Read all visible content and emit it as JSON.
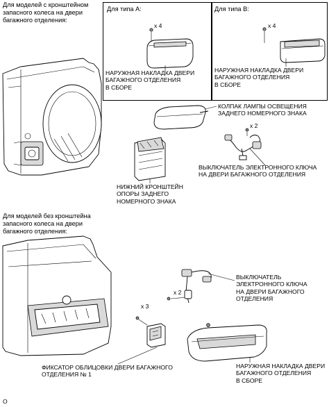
{
  "section_with_bracket": {
    "title": "Для моделей с кронштейном\nзапасного колеса на двери\nбагажного отделения:"
  },
  "type_a": {
    "label": "Для типа A:",
    "qty": "x 4",
    "part_label": "НАРУЖНАЯ НАКЛАДКА ДВЕРИ\nБАГАЖНОГО ОТДЕЛЕНИЯ\nВ СБОРЕ"
  },
  "type_b": {
    "label": "Для типа B:",
    "qty": "x 4",
    "part_label": "НАРУЖНАЯ НАКЛАДКА ДВЕРИ\nБАГАЖНОГО ОТДЕЛЕНИЯ\nВ СБОРЕ"
  },
  "upper_parts": {
    "lamp_cover": "КОЛПАК ЛАМПЫ ОСВЕЩЕНИЯ\nЗАДНЕГО НОМЕРНОГО ЗНАКА",
    "switch_qty": "x 2",
    "switch_label": "ВЫКЛЮЧАТЕЛЬ ЭЛЕКТРОННОГО КЛЮЧА\nНА ДВЕРИ БАГАЖНОГО ОТДЕЛЕНИЯ",
    "lower_bracket": "НИЖНИЙ КРОНШТЕЙН\nОПОРЫ ЗАДНЕГО\nНОМЕРНОГО ЗНАКА"
  },
  "section_without_bracket": {
    "title": "Для моделей без кронштейна\nзапасного колеса на двери\nбагажного отделения:"
  },
  "lower_parts": {
    "switch_label": "ВЫКЛЮЧАТЕЛЬ\nЭЛЕКТРОННОГО КЛЮЧА\nНА ДВЕРИ БАГАЖНОГО\nОТДЕЛЕНИЯ",
    "switch_qty": "x 2",
    "retainer_qty": "x 3",
    "retainer_label": "ФИКСАТОР ОБЛИЦОВКИ ДВЕРИ БАГАЖНОГО\nОТДЕЛЕНИЯ № 1",
    "garnish_label": "НАРУЖНАЯ НАКЛАДКА ДВЕРИ\nБАГАЖНОГО ОТДЕЛЕНИЯ\nВ СБОРЕ"
  },
  "footer": {
    "code": "O"
  }
}
